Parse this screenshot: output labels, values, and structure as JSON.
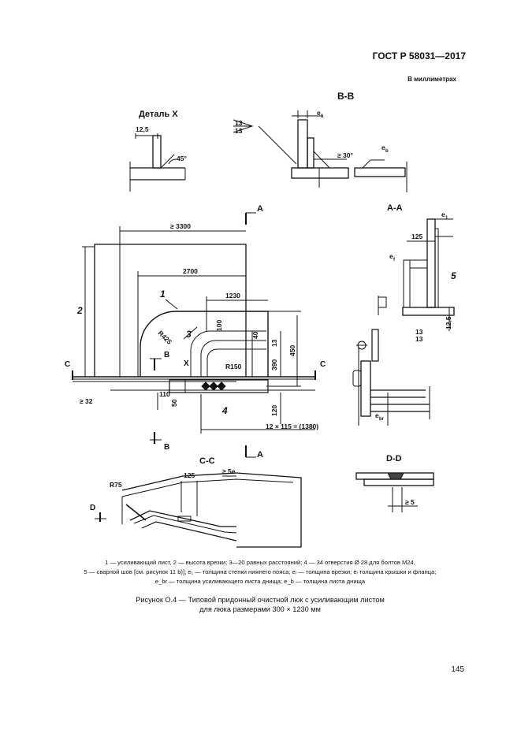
{
  "header": {
    "standard": "ГОСТ Р 58031—2017",
    "units": "В миллиметрах"
  },
  "drawing": {
    "sections": {
      "detail_x": "Деталь X",
      "bb": "B-B",
      "aa": "A-A",
      "cc": "C-C",
      "dd": "D-D"
    },
    "cut_markers": {
      "a": "A",
      "b": "B",
      "c": "C",
      "d": "D",
      "x": "X"
    },
    "part_numbers": [
      "1",
      "2",
      "3",
      "4",
      "5"
    ],
    "dimensions": {
      "d_3300": "≥ 3300",
      "d_2700": "2700",
      "d_1230": "1230",
      "d_100": "100",
      "d_40": "40",
      "d_13": "13",
      "d_450": "450",
      "d_390": "390",
      "d_120": "120",
      "d_r425": "R425",
      "d_r150": "R150",
      "d_110": "110",
      "d_50": "50",
      "d_32": "≥ 32",
      "d_holes": "12 × 115 = (1380)",
      "d_125": "125",
      "d_12_5": "12,5",
      "d_r75": "R75",
      "d_5eb": "≥ 5e",
      "d_5": "≥ 5",
      "d_30deg": "≥ 30°",
      "d_45deg": "45°",
      "weld": "13",
      "e1": "e",
      "ef": "e",
      "eb": "e",
      "ebr": "e",
      "s1": "1",
      "sf": "f",
      "sb": "b",
      "sbr": "br"
    }
  },
  "legend": {
    "l1": "1 — усиливающий лист, 2 — высота врезки; 3—20 равных расстояний; 4 — 34 отверстия Ø 28 для болтов М24,",
    "l2": "5 — сварной шов [см. рисунок 11 b)]; e₁ — толщина стенки нижнего пояса; eᵢ — толщина врезки; eᵢ толщина крышки и фланца;",
    "l3": "e_br — толщина усиливающего листа днища; e_b — толщина листа днища"
  },
  "caption": {
    "line1": "Рисунок О.4 — Типовой придонный очистной люк с усиливающим листом",
    "line2": "для люка размерами 300 × 1230 мм"
  },
  "page_number": "145"
}
